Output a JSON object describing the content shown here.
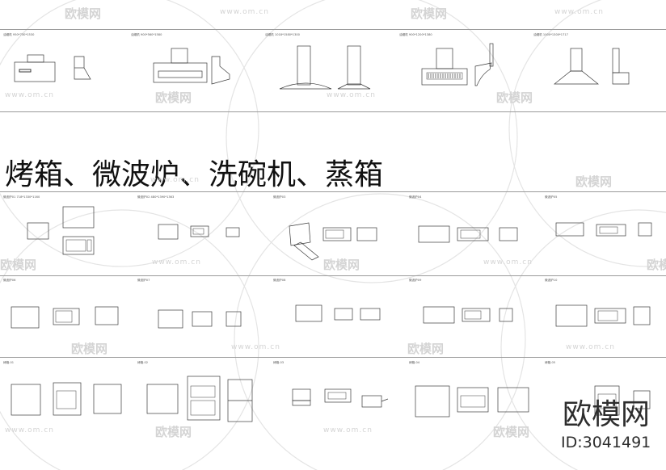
{
  "section_title": "烤箱、微波炉、洗碗机、蒸箱",
  "watermark": {
    "site_name": "欧模网",
    "url": "www.om.cn",
    "brand_mark": "欧模网",
    "brand_id": "ID:3041491"
  },
  "hood_row_labels": [
    "油烟机  950*730*1530",
    "油烟机  900*560*1580",
    "油烟机  1018*1580*1300",
    "油烟机  900*1200*1380",
    "油烟机  1000*1300*1717"
  ],
  "microwave_row1_labels": [
    "微波炉01  718*1330*1160",
    "微波炉02  480*1390*1363",
    "微波炉03",
    "微波炉04",
    "微波炉05"
  ],
  "microwave_row2_labels": [
    "微波炉06",
    "微波炉07",
    "微波炉08",
    "微波炉09",
    "微波炉10"
  ],
  "oven_row_labels": [
    "烤箱-01",
    "烤箱-02",
    "烤箱-03",
    "烤箱-04",
    "烤箱-05"
  ],
  "colors": {
    "line": "#3a3a3a",
    "frame": "#9a9a9a",
    "watermark": "#d4d4d4",
    "brand": "#2d2d2d"
  }
}
